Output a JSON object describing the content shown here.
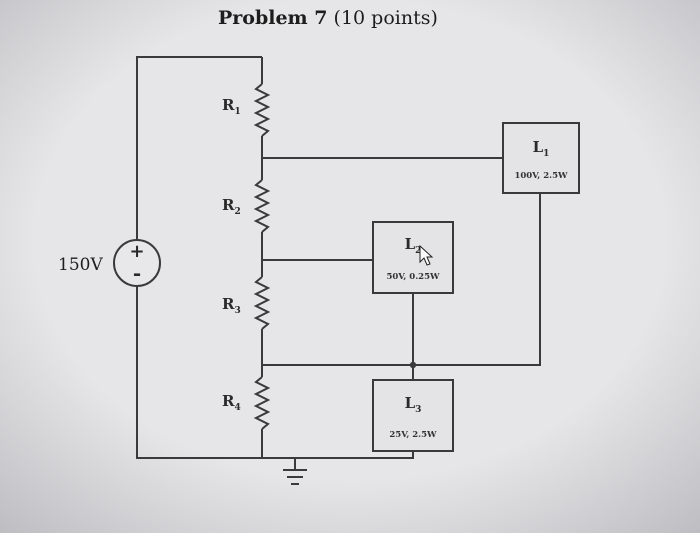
{
  "title": {
    "main": "Problem 7",
    "points": " (10 points)"
  },
  "source": {
    "voltage": "150V",
    "plus": "+",
    "minus": "-"
  },
  "resistors": [
    {
      "label": "R",
      "sub": "1"
    },
    {
      "label": "R",
      "sub": "2"
    },
    {
      "label": "R",
      "sub": "3"
    },
    {
      "label": "R",
      "sub": "4"
    }
  ],
  "lamps": [
    {
      "label": "L",
      "sub": "1",
      "rating": "100V, 2.5W"
    },
    {
      "label": "L",
      "sub": "2",
      "rating": "50V, 0.25W"
    },
    {
      "label": "L",
      "sub": "3",
      "rating": "25V, 2.5W"
    }
  ]
}
